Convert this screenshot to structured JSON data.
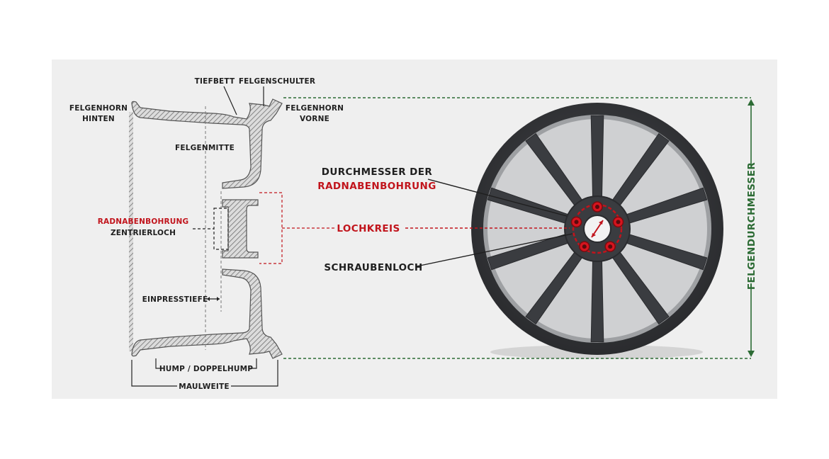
{
  "labels": {
    "felgenhorn_hinten": [
      "FELGENHORN",
      "HINTEN"
    ],
    "tiefbett": "TIEFBETT",
    "felgenschulter": "FELGENSCHULTER",
    "felgenhorn_vorne": [
      "FELGENHORN",
      "VORNE"
    ],
    "felgenmitte": "FELGENMITTE",
    "radnabenbohrung": "RADNABENBOHRUNG",
    "zentrierloch": "ZENTRIERLOCH",
    "einpresstiefe": "EINPRESSTIEFE",
    "hump": "HUMP / DOPPELHUMP",
    "maulweite": "MAULWEITE",
    "durchmesser_der": "DURCHMESSER DER",
    "durchmesser_radnabenbohrung": "RADNABENBOHRUNG",
    "lochkreis": "LOCHKREIS",
    "schraubenloch": "SCHRAUBENLOCH",
    "felgendurchmesser": "FELGENDURCHMESSER"
  },
  "colors": {
    "panel": "#efefef",
    "accent_red": "#c1141c",
    "accent_green": "#2c6b34",
    "rim_hatch": "#7a7a7a",
    "wheel": "#3b3d40"
  }
}
